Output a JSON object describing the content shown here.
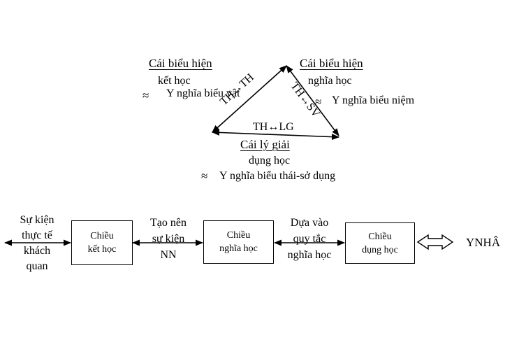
{
  "triangle": {
    "top_left_title": "Cái biểu hiện",
    "top_left_sub": "kết học",
    "top_left_meaning_symbol": "≈",
    "top_left_meaning": "Y nghĩa biểu vật",
    "top_right_title": "Cái biểu hiện",
    "top_right_sub": "nghĩa học",
    "top_right_meaning_symbol": "≈",
    "top_right_meaning": "Y nghĩa biểu niệm",
    "bottom_title": "Cái lý giải",
    "bottom_sub": "dụng học",
    "bottom_meaning_symbol": "≈",
    "bottom_meaning": "Y nghĩa biểu thái-sở dụng",
    "edge_left": "TH↔TH",
    "edge_right": "TH↔SV",
    "edge_bottom": "TH↔LG"
  },
  "flow": {
    "start_label": [
      "Sự kiện",
      "thực tế",
      "khách",
      "quan"
    ],
    "box1": [
      "Chiều",
      "kết học"
    ],
    "link1": [
      "Tạo nên",
      "sự kiện",
      "NN"
    ],
    "box2": [
      "Chiều",
      "nghĩa học"
    ],
    "link2": [
      "Dựa vào",
      "quy tắc",
      "nghĩa học"
    ],
    "box3": [
      "Chiều",
      "dụng học"
    ],
    "end_label": "YNHÂ"
  }
}
